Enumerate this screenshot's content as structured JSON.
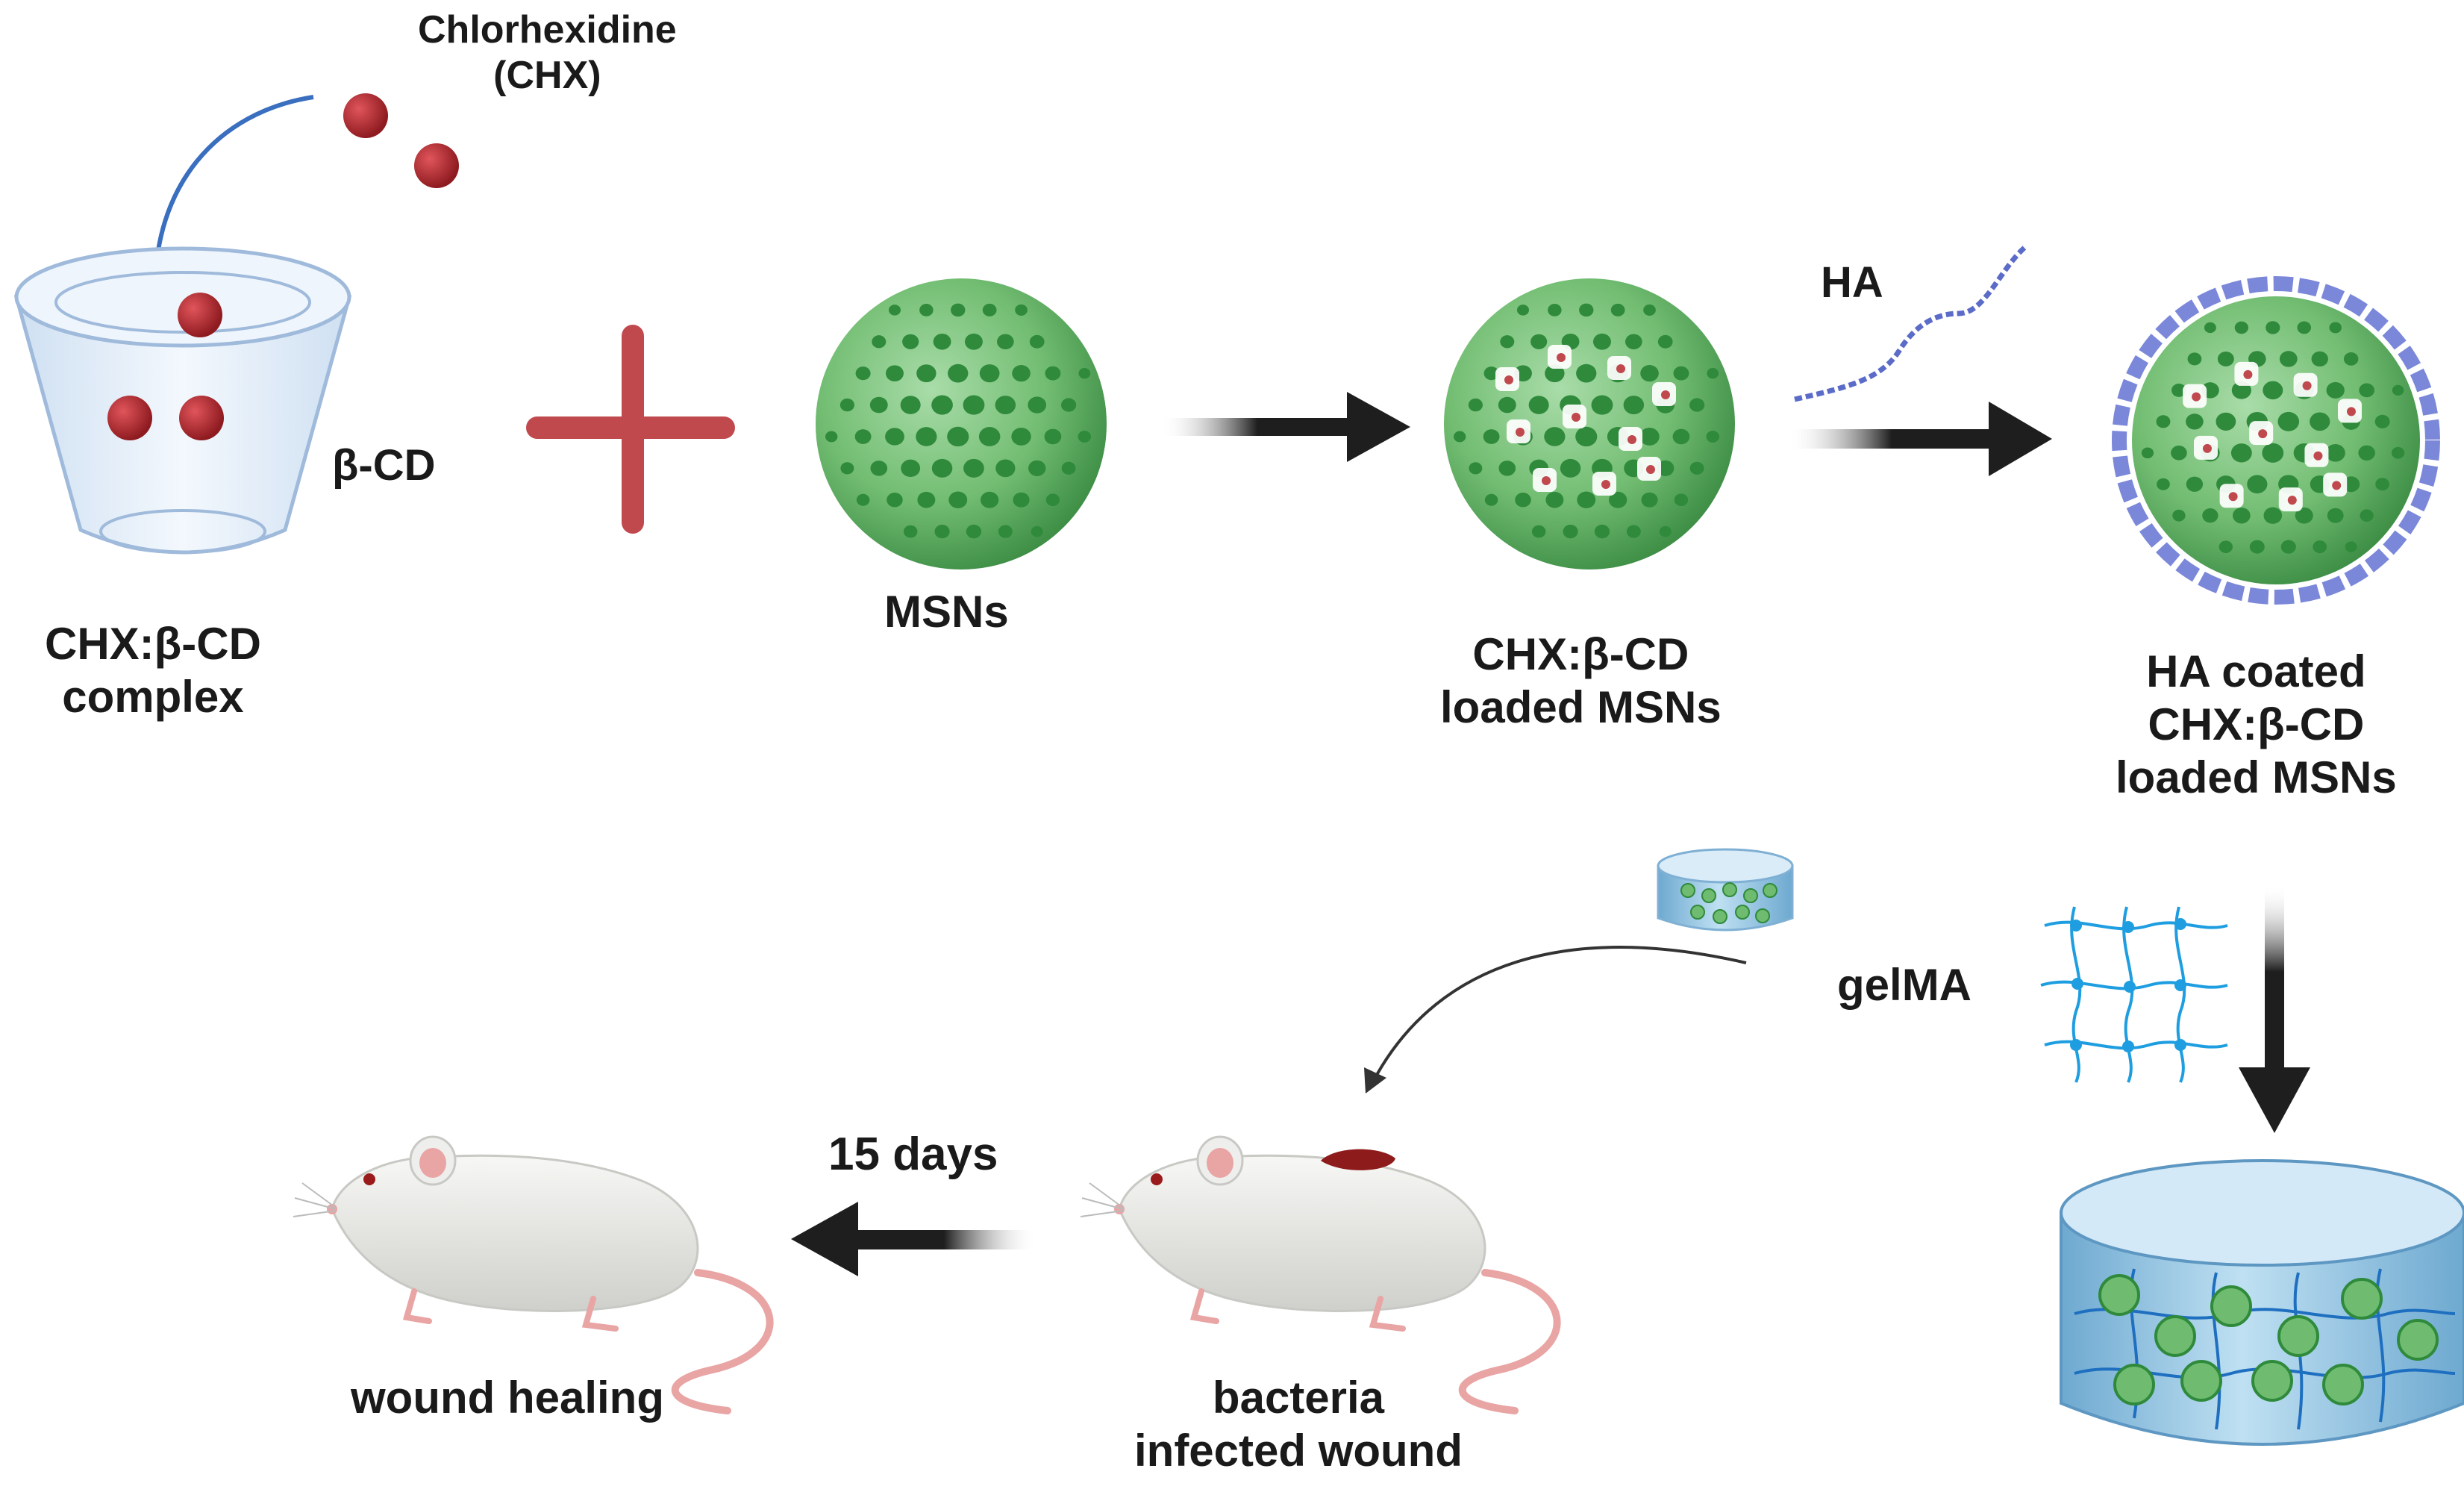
{
  "labels": {
    "chlorhexidine_line1": "Chlorhexidine",
    "chlorhexidine_line2": "(CHX)",
    "beta_cd": "β-CD",
    "complex_line1": "CHX:β-CD",
    "complex_line2": "complex",
    "msns": "MSNs",
    "loaded_line1": "CHX:β-CD",
    "loaded_line2": "loaded MSNs",
    "ha": "HA",
    "coated_line1": "HA coated",
    "coated_line2": "CHX:β-CD",
    "coated_line3": "loaded MSNs",
    "gelma": "gelMA",
    "days": "15 days",
    "healing": "wound healing",
    "infected_line1": "bacteria",
    "infected_line2": "infected wound"
  },
  "colors": {
    "chx_drug": "#a8232a",
    "plus_sign": "#c0494e",
    "msn_fill": "#6fbb6f",
    "msn_pore": "#2f8a3c",
    "ha_polymer": "#5b6bc8",
    "arrow": "#1e1e1e",
    "blue_arrow": "#3a6fbf",
    "gel_mesh": "#1e9ee0",
    "hydrogel": "#a9d3ec",
    "mouse_body": "#ebebe8",
    "mouse_pink": "#e9a4a4",
    "wound": "#8e1b1b"
  },
  "icons": [
    "cone-cup-icon",
    "drug-molecule-icon",
    "plus-icon",
    "nanoparticle-icon",
    "ha-polymer-icon",
    "hydrogel-mesh-icon",
    "hydrogel-disc-icon",
    "mouse-icon"
  ]
}
